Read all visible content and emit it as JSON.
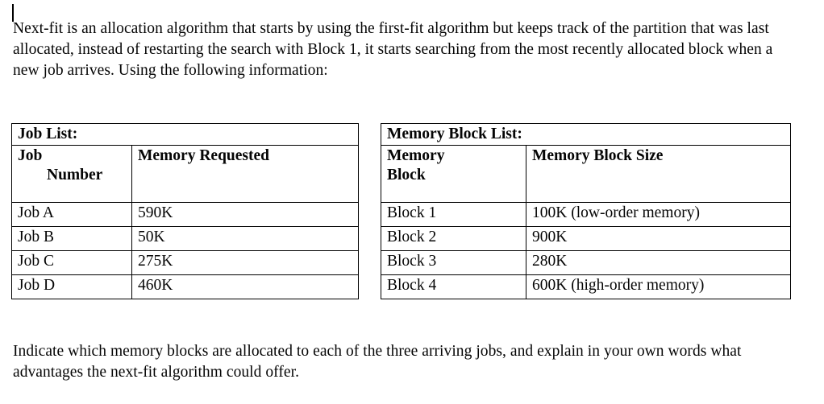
{
  "document": {
    "intro_paragraph": "Next-fit is an allocation algorithm that starts by using the first-fit algorithm but keeps track of the partition that was last allocated, instead of restarting the search with Block 1, it starts searching from the most recently allocated block when a new job arrives. Using the following information:",
    "closing_paragraph": "Indicate which memory blocks are allocated to each of the three arriving jobs, and explain in your own words what advantages the next-fit algorithm could offer."
  },
  "job_list_table": {
    "title": "Job List:",
    "headers": {
      "col1_line1": "Job",
      "col1_line2": "Number",
      "col2": "Memory Requested"
    },
    "rows": [
      {
        "job": "Job A",
        "memory_requested": "590K"
      },
      {
        "job": "Job B",
        "memory_requested": "50K"
      },
      {
        "job": "Job C",
        "memory_requested": "275K"
      },
      {
        "job": "Job D",
        "memory_requested": "460K"
      }
    ]
  },
  "memory_block_list_table": {
    "title": "Memory Block List:",
    "headers": {
      "col1_line1": "Memory",
      "col1_line2": "Block",
      "col2": "Memory Block Size"
    },
    "rows": [
      {
        "block": "Block 1",
        "size": "100K (low-order memory)"
      },
      {
        "block": "Block 2",
        "size": "900K"
      },
      {
        "block": "Block 3",
        "size": "280K"
      },
      {
        "block": "Block 4",
        "size": "600K (high-order memory)"
      }
    ]
  },
  "colors": {
    "background": "#ffffff",
    "text": "#050505",
    "border": "#000000"
  }
}
